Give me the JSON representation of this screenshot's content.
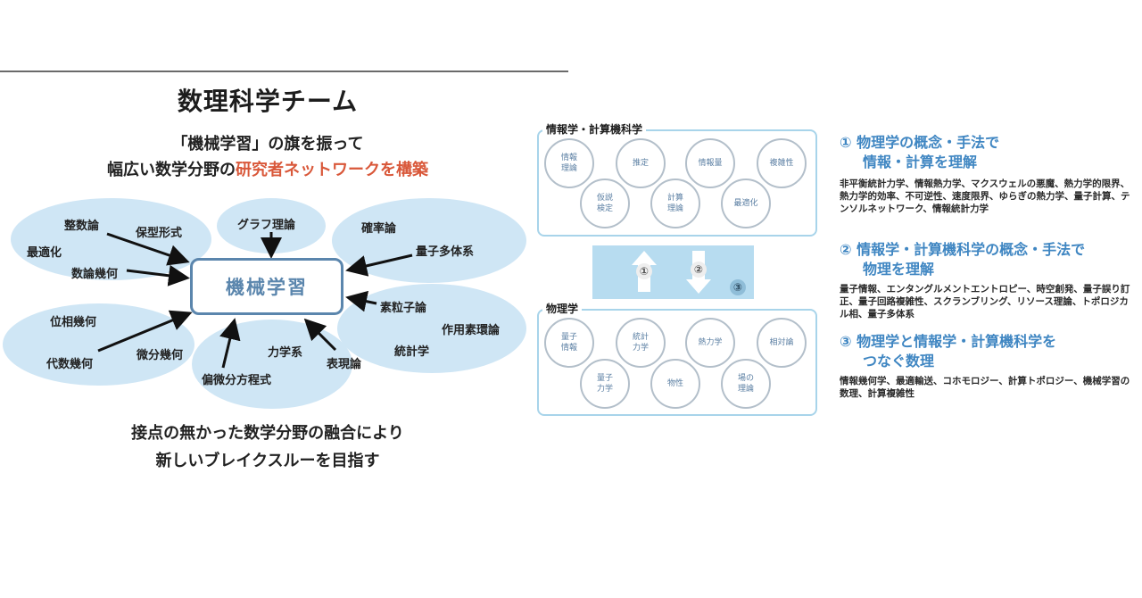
{
  "left": {
    "title": "数理科学チーム",
    "subtitle_line1": "「機械学習」の旗を振って",
    "subtitle_line2_prefix": "幅広い数学分野の",
    "subtitle_line2_highlight": "研究者ネットワークを構築",
    "highlight_color": "#d9583a",
    "center_node": "機械学習",
    "topics": {
      "integer_theory": "整数論",
      "modular_forms": "保型形式",
      "optimization": "最適化",
      "arithmetic_geometry": "数論幾何",
      "graph_theory": "グラフ理論",
      "probability": "確率論",
      "quantum_many_body": "量子多体系",
      "particle_theory": "素粒子論",
      "operator_algebra": "作用素環論",
      "statistics": "統計学",
      "topology_geometry": "位相幾何",
      "algebraic_geometry": "代数幾何",
      "differential_geometry": "微分幾何",
      "dynamical_systems": "力学系",
      "representation_theory": "表現論",
      "pde": "偏微分方程式"
    },
    "bottom_line1": "接点の無かった数学分野の融合により",
    "bottom_line2": "新しいブレイクスルーを目指す"
  },
  "right": {
    "info_panel": {
      "label": "情報学・計算機科学",
      "circles": [
        "情報\n理論",
        "推定",
        "情報量",
        "複雑性",
        "仮説\n検定",
        "計算\n理論",
        "最適化"
      ]
    },
    "arrows": {
      "up": "①",
      "down": "②",
      "both": "③"
    },
    "physics_panel": {
      "label": "物理学",
      "circles": [
        "量子\n情報",
        "統計\n力学",
        "熱力学",
        "相対論",
        "量子\n力学",
        "物性",
        "場の\n理論"
      ]
    },
    "sections": [
      {
        "number": "①",
        "title_line1": "物理学の概念・手法で",
        "title_line2": "情報・計算を理解",
        "body": "非平衡統計力学、情報熱力学、マクスウェルの悪魔、熱力学的限界、熱力学的効率、不可逆性、速度限界、ゆらぎの熱力学、量子計算、テンソルネットワーク、情報統計力学"
      },
      {
        "number": "②",
        "title_line1": "情報学・計算機科学の概念・手法で",
        "title_line2": "物理を理解",
        "body": "量子情報、エンタングルメントエントロピー、時空創発、量子誤り訂正、量子回路複雑性、スクランブリング、リソース理論、トポロジカル相、量子多体系"
      },
      {
        "number": "③",
        "title_line1": "物理学と情報学・計算機科学を",
        "title_line2": "つなぐ数理",
        "body": "情報幾何学、最適輸送、コホモロジー、計算トポロジー、機械学習の数理、計算複雑性"
      }
    ],
    "accent_color": "#3f86c2"
  }
}
